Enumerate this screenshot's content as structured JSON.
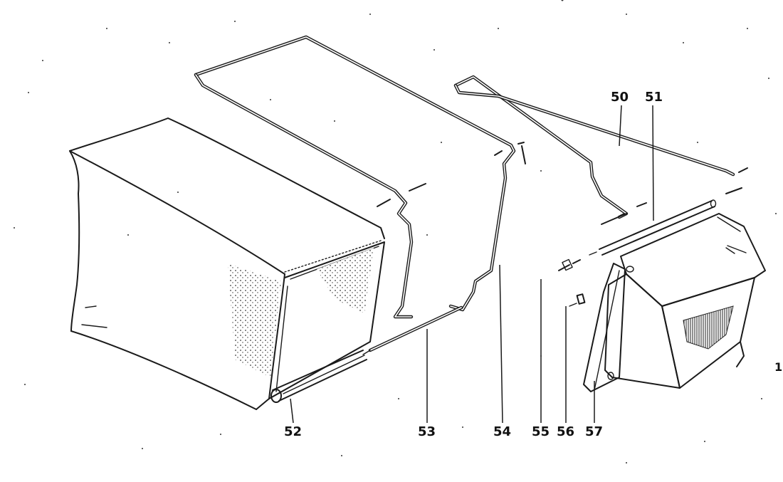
{
  "figure": {
    "callouts": [
      {
        "id": "50",
        "text": "50"
      },
      {
        "id": "51",
        "text": "51"
      },
      {
        "id": "52",
        "text": "52"
      },
      {
        "id": "53",
        "text": "53"
      },
      {
        "id": "54",
        "text": "54"
      },
      {
        "id": "55",
        "text": "55"
      },
      {
        "id": "56",
        "text": "56"
      },
      {
        "id": "57",
        "text": "57"
      }
    ],
    "edge_mark": "1"
  }
}
